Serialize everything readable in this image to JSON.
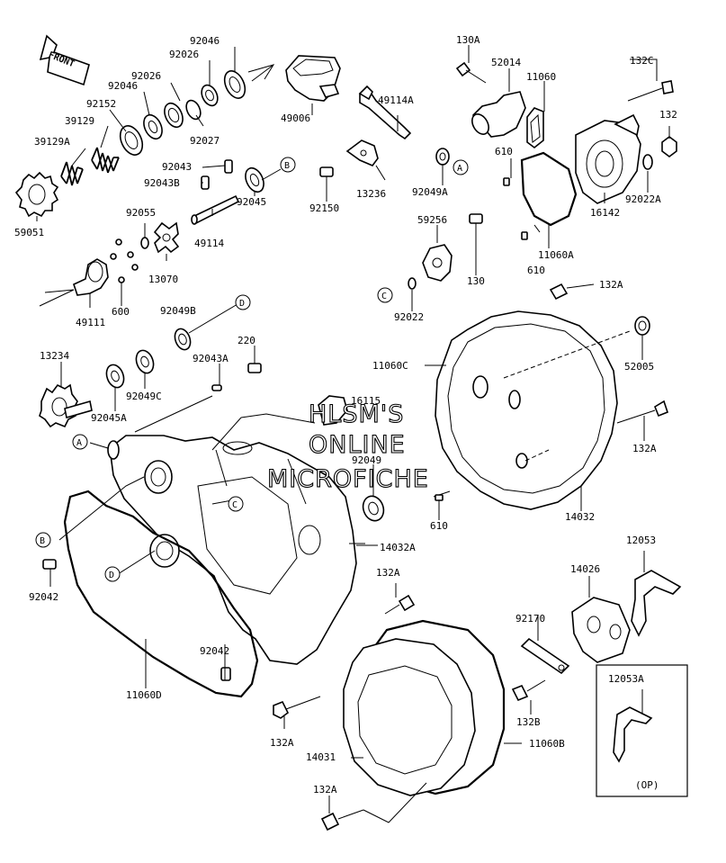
{
  "direction_label": "FRONT",
  "watermark": {
    "line1": "HLSM'S",
    "line2": "ONLINE",
    "line3": "MICROFICHE"
  },
  "callout_letters": {
    "a": "A",
    "b": "B",
    "c": "C",
    "d": "D"
  },
  "option_note": "(OP)",
  "part_numbers": {
    "p92046_top": "92046",
    "p92026_top": "92026",
    "p92026": "92026",
    "p92046": "92046",
    "p92152": "92152",
    "p39129": "39129",
    "p39129a": "39129A",
    "p92027": "92027",
    "p49006": "49006",
    "p92043": "92043",
    "p92043b": "92043B",
    "p92045": "92045",
    "p92055": "92055",
    "p13070": "13070",
    "p49114": "49114",
    "p59051": "59051",
    "p49111": "49111",
    "p600": "600",
    "p92049b": "92049B",
    "p220": "220",
    "p92043a": "92043A",
    "p13234": "13234",
    "p92049c": "92049C",
    "p92045a": "92045A",
    "p16115": "16115",
    "p92049": "92049",
    "p14032a": "14032A",
    "p92042_left": "92042",
    "p92042_mid": "92042",
    "p11060d": "11060D",
    "p130a": "130A",
    "p52014": "52014",
    "p11060": "11060",
    "p132c": "132C",
    "p132": "132",
    "p49114a": "49114A",
    "p13236": "13236",
    "p92150": "92150",
    "p92049a": "92049A",
    "p610_top": "610",
    "p92022a": "92022A",
    "p16142": "16142",
    "p11060a": "11060A",
    "p610_mid": "610",
    "p59256": "59256",
    "p130": "130",
    "p92022": "92022",
    "p132a_top": "132A",
    "p11060c": "11060C",
    "p52005": "52005",
    "p132a_right": "132A",
    "p610_low": "610",
    "p14032": "14032",
    "p12053": "12053",
    "p14026": "14026",
    "p132a_center": "132A",
    "p92170": "92170",
    "p132b": "132B",
    "p12053a": "12053A",
    "p132a_left": "132A",
    "p14031": "14031",
    "p11060b": "11060B",
    "p132a_bottom": "132A"
  }
}
